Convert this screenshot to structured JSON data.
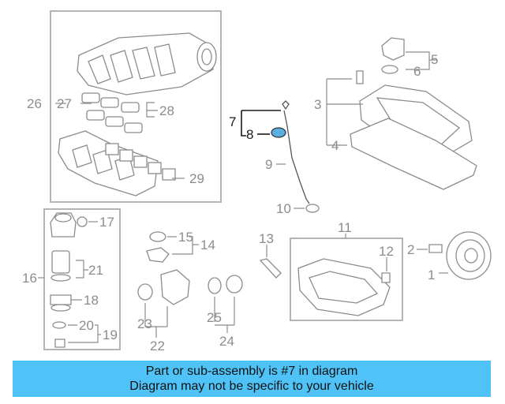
{
  "callouts": {
    "c1": "1",
    "c2": "2",
    "c3": "3",
    "c4": "4",
    "c5": "5",
    "c6": "6",
    "c7": "7",
    "c8": "8",
    "c9": "9",
    "c10": "10",
    "c11": "11",
    "c12": "12",
    "c13": "13",
    "c14": "14",
    "c15": "15",
    "c16": "16",
    "c17": "17",
    "c18": "18",
    "c19": "19",
    "c20": "20",
    "c21": "21",
    "c22": "22",
    "c23": "23",
    "c24": "24",
    "c25": "25",
    "c26": "26",
    "c27": "27",
    "c28": "28",
    "c29": "29"
  },
  "banner": {
    "line1": "Part or sub-assembly is #7 in diagram",
    "line2": "Diagram may not be specific to your vehicle"
  },
  "colors": {
    "banner_bg": "#4fc3f7",
    "highlight_part": "#5aaee0",
    "callout_gray": "#8c8c8c"
  }
}
